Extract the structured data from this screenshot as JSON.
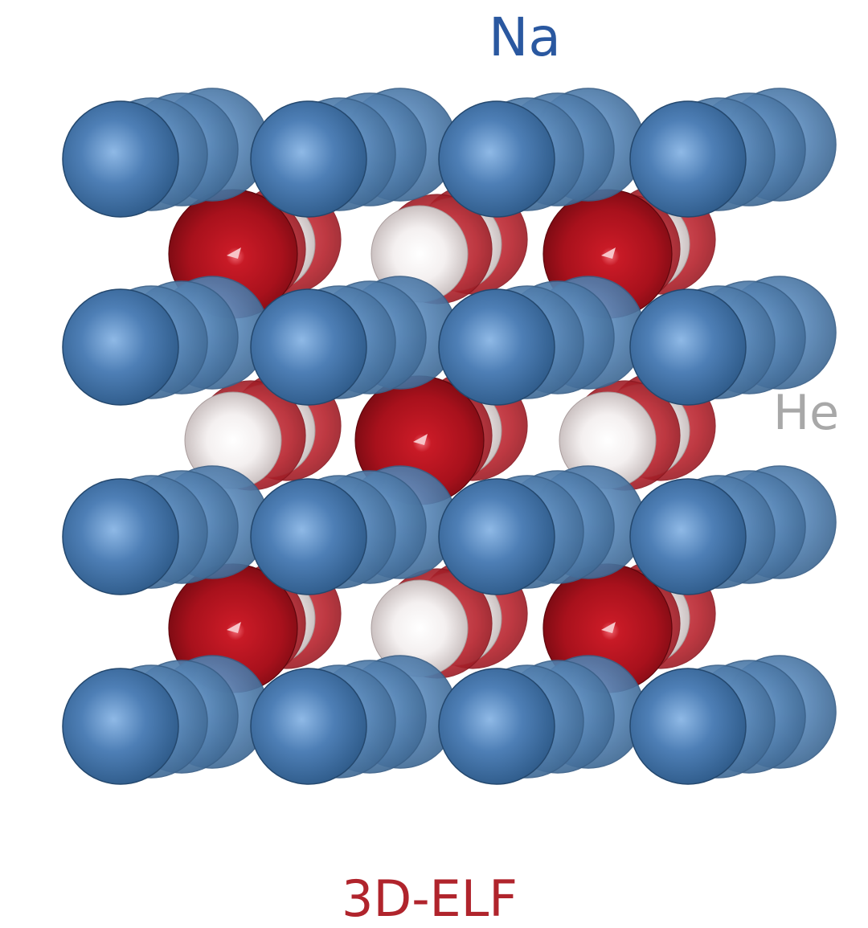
{
  "labels": {
    "na": "Na",
    "he": "He",
    "elf": "3D-ELF"
  },
  "colors": {
    "na_label": "#2a58a0",
    "he_label": "#a8a8a8",
    "elf_label": "#b0242c",
    "na_sphere": "#4e7fb6",
    "na_sphere_highlight": "#8fb9e6",
    "na_sphere_shadow": "#2c5886",
    "he_sphere": "#f2eeee",
    "he_sphere_shadow": "#b9adad",
    "elf_blob": "#b0121e",
    "elf_blob_highlight": "#f06a74",
    "elf_blob_shadow": "#6c0910"
  }
}
